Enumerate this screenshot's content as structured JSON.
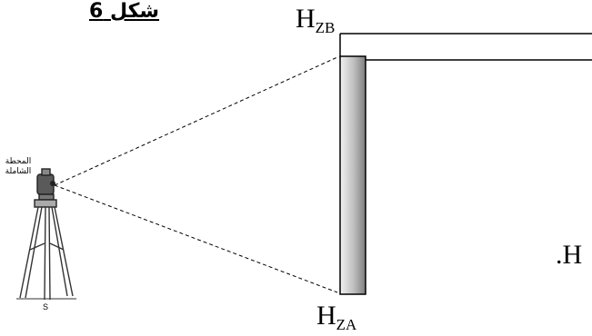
{
  "figure": {
    "title": "شكل 6",
    "station_label_line1": "المحطة",
    "station_label_line2": "الشاملة",
    "station_point": "S"
  },
  "labels": {
    "hzb_main": "H",
    "hzb_sub": "ZB",
    "hza_main": "H",
    "hza_sub": "ZA",
    "h_right": ".H"
  },
  "colors": {
    "line": "#000000",
    "column_dark": "#8a8a8a",
    "column_light": "#f4f4f4"
  }
}
